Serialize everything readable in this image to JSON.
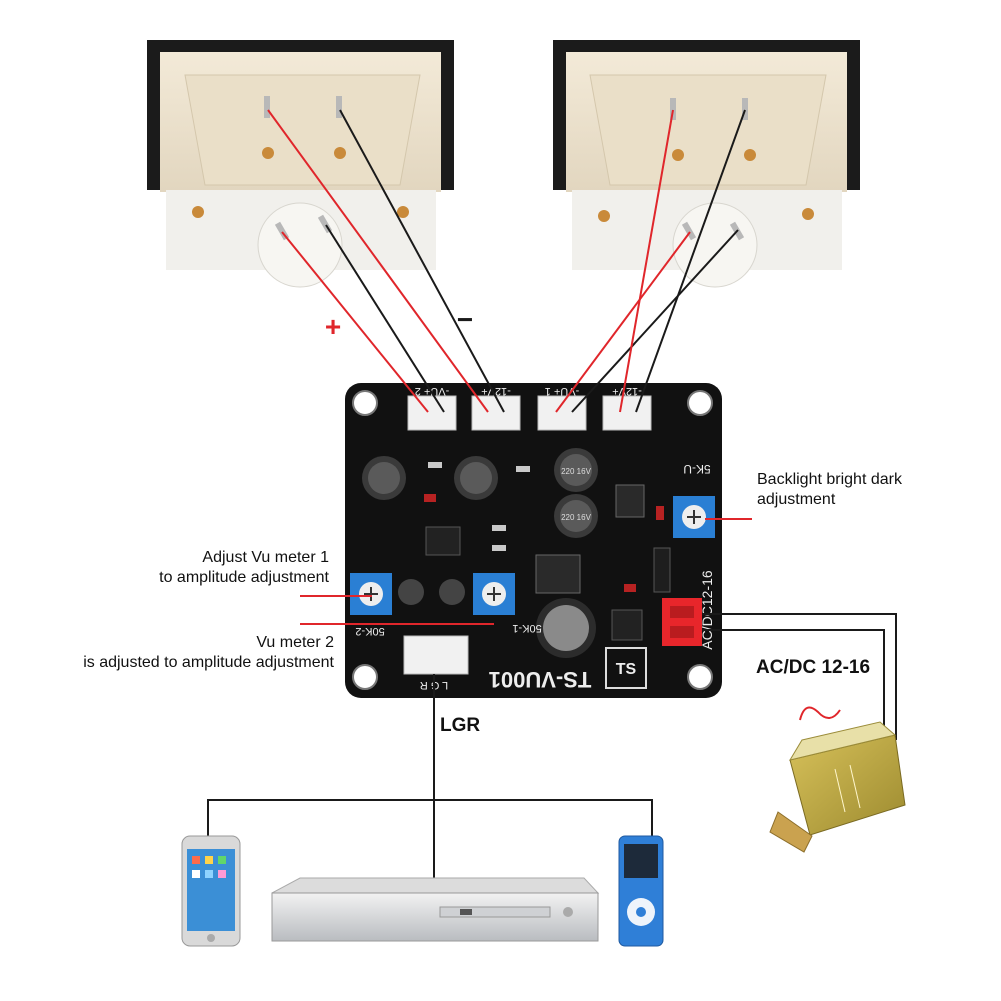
{
  "labels": {
    "backlight": [
      "Backlight bright dark",
      "adjustment"
    ],
    "vu1": [
      "Adjust Vu meter 1",
      "to amplitude adjustment"
    ],
    "vu2": [
      "Vu meter 2",
      "is adjusted to amplitude adjustment"
    ],
    "power": "AC/DC 12-16",
    "input": "LGR",
    "plus": "+",
    "minus": "−"
  },
  "board": {
    "model": "TS-VU001",
    "power_marking": "AC/DC12-16",
    "pot_marking": "5K-U",
    "gain_marking": "50K-1",
    "gain_marking_2": "50K-2",
    "connector_pins": "L G R",
    "connectors": [
      "-VU+ 2",
      "-12V+",
      "-VU+ 1",
      "-12V+"
    ],
    "cap_marking": "220 16V",
    "logo": "TS"
  },
  "colors": {
    "wire_positive": "#e0262b",
    "wire_negative": "#1a1a1a",
    "pcb": "#111111",
    "trimmer": "#2a7fd4",
    "power_connector": "#e8262b"
  }
}
